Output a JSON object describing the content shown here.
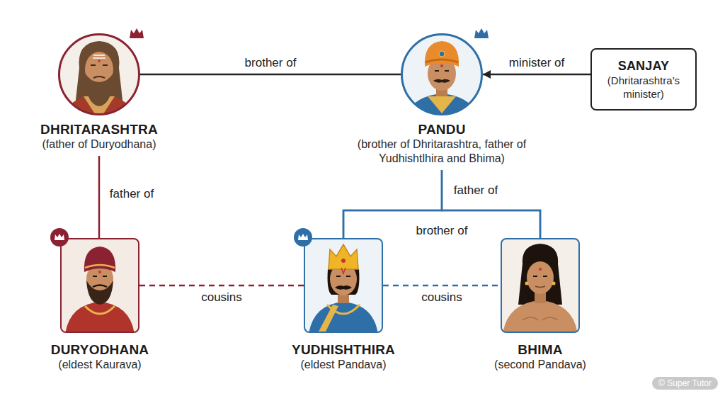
{
  "diagram": {
    "nodes": [
      {
        "text": [
          "DHRITARASHTRA",
          "(father of Duryodhana)"
        ]
      },
      {
        "text": [
          "PANDU",
          "(brother of Dhritarashtra, father of Yudhishtlhira and Bhima)"
        ]
      },
      {
        "text": [
          "SANJAY",
          "(Dhritarashtra’s minister)"
        ]
      },
      {
        "text": [
          "DURYODHANA",
          "(eldest Kaurava)"
        ]
      },
      {
        "text": [
          "YUDHISHTHIRA",
          "(eldest Pandava)"
        ]
      },
      {
        "text": [
          "BHIMA",
          "(second Pandava)"
        ]
      }
    ],
    "edges": [
      {
        "from": 0,
        "to": 1,
        "label": "brother of",
        "arrow": "none"
      },
      {
        "from": 2,
        "to": 1,
        "label": "minister of",
        "arrow": "to"
      },
      {
        "from": 0,
        "to": 3,
        "label": "father of",
        "arrow": "none"
      },
      {
        "from": 1,
        "to": 4,
        "label": "father of",
        "arrow": "none"
      },
      {
        "from": 1,
        "to": 5,
        "arrow": "none"
      },
      {
        "from": 4,
        "to": 5,
        "label": "brother of",
        "arrow": "none"
      },
      {
        "from": 3,
        "to": 4,
        "label": "cousins",
        "arrow": "none"
      },
      {
        "from": 4,
        "to": 5,
        "label": "cousins",
        "arrow": "none"
      }
    ],
    "labels": [
      "© Super Tutor"
    ]
  }
}
